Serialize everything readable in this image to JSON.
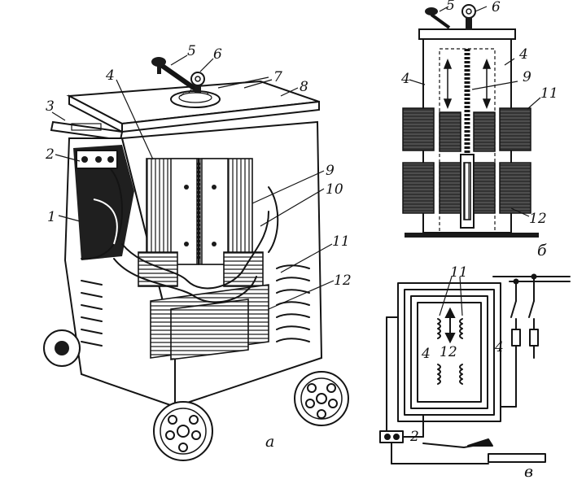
{
  "figure": {
    "panels": {
      "a": {
        "caption": "а"
      },
      "b": {
        "caption": "б"
      },
      "c": {
        "caption": "в"
      }
    },
    "labels_a": [
      "1",
      "2",
      "3",
      "4",
      "5",
      "6",
      "7",
      "8",
      "9",
      "10",
      "11",
      "12"
    ],
    "labels_b": [
      "4",
      "4",
      "5",
      "6",
      "9",
      "11",
      "12"
    ],
    "labels_c": [
      "11",
      "4",
      "12",
      "4",
      "2"
    ]
  }
}
